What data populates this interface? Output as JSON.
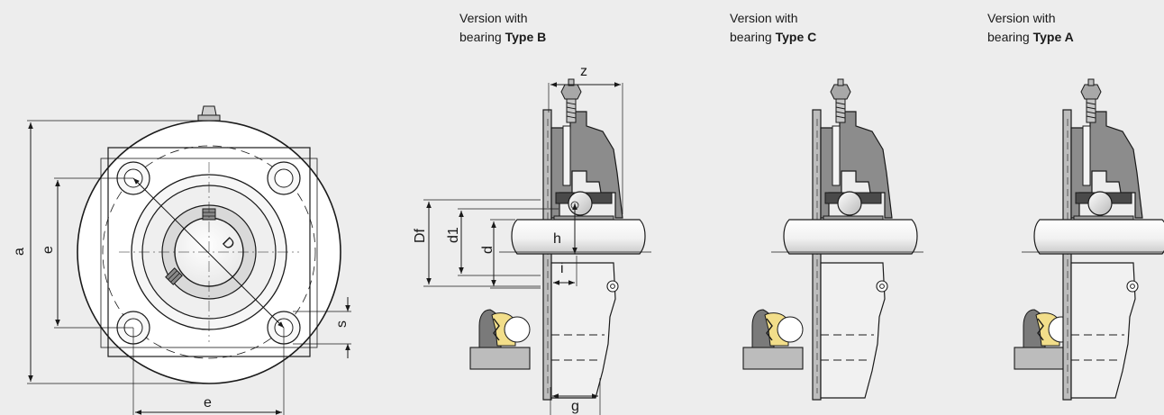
{
  "captions": [
    {
      "line1": "Version with",
      "prefix": "bearing ",
      "type": "Type B"
    },
    {
      "line1": "Version with",
      "prefix": "bearing ",
      "type": "Type C"
    },
    {
      "line1": "Version with",
      "prefix": "bearing ",
      "type": "Type A"
    }
  ],
  "labels": {
    "a": "a",
    "e_vertical": "e",
    "e_horizontal": "e",
    "s": "s",
    "D": "D",
    "z": "z",
    "Df": "Df",
    "d1": "d1",
    "d": "d",
    "h": "h",
    "i": "i",
    "g": "g"
  },
  "colors": {
    "background": "#ededed",
    "housing_dark": "#8c8c8c",
    "shaft_light": "#f4f4f4",
    "bearing_yellow": "#f2de8a",
    "line": "#1a1a1a"
  }
}
